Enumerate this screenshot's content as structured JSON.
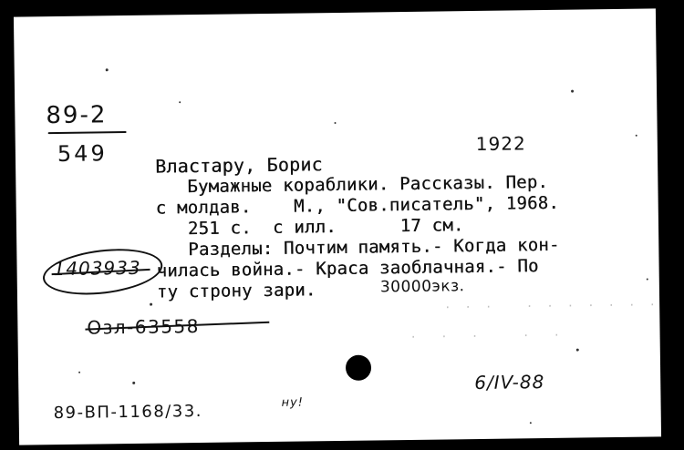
{
  "card": {
    "shelfmark_top": "89-2",
    "shelfmark_bottom": "549",
    "year_handwritten": "1922",
    "author": "Властару, Борис",
    "lines": [
      "   Бумажные кораблики. Рассказы. Пер.",
      "с молдав.    М., \"Сов.писатель\", 1968.",
      "   251 с.  с илл.      17 см.",
      "   Разделы: Почтим память.- Когда кон-",
      "чилась война.- Краса заоблачная.- По",
      "ту строну зари."
    ],
    "print_run_handwritten": "30000экз.",
    "circled_number": "1403933",
    "struck_code": "Озл-63558",
    "bottom_code": "89-ВП-1168/33.",
    "bottom_mark": "ну!",
    "date_handwritten": "6/IV-88"
  }
}
